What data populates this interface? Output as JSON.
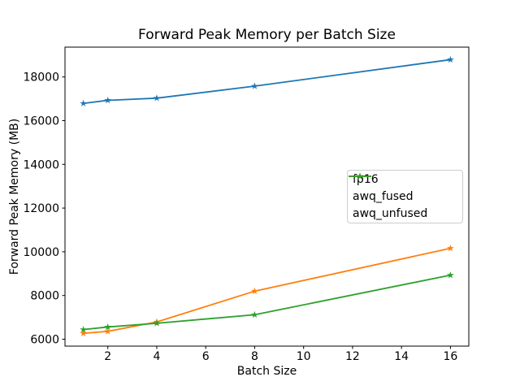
{
  "chart_data": {
    "type": "line",
    "title": "Forward Peak Memory per Batch Size",
    "xlabel": "Batch Size",
    "ylabel": "Forward Peak Memory (MB)",
    "x": [
      1,
      2,
      4,
      8,
      16
    ],
    "series": [
      {
        "name": "fp16",
        "color": "#1f77b4",
        "values": [
          16790,
          16930,
          17030,
          17580,
          18790
        ]
      },
      {
        "name": "awq_fused",
        "color": "#ff7f0e",
        "values": [
          6270,
          6360,
          6790,
          8200,
          10160
        ]
      },
      {
        "name": "awq_unfused",
        "color": "#2ca02c",
        "values": [
          6440,
          6560,
          6730,
          7120,
          8930
        ]
      }
    ],
    "x_ticks": [
      2,
      4,
      6,
      8,
      10,
      12,
      14,
      16
    ],
    "y_ticks": [
      6000,
      8000,
      10000,
      12000,
      14000,
      16000,
      18000
    ],
    "xlim": [
      0.25,
      16.75
    ],
    "ylim": [
      5684,
      19364
    ],
    "marker": "star",
    "grid": false,
    "legend_position": "center right",
    "axis_color": "#000000",
    "background_color": "#ffffff"
  }
}
